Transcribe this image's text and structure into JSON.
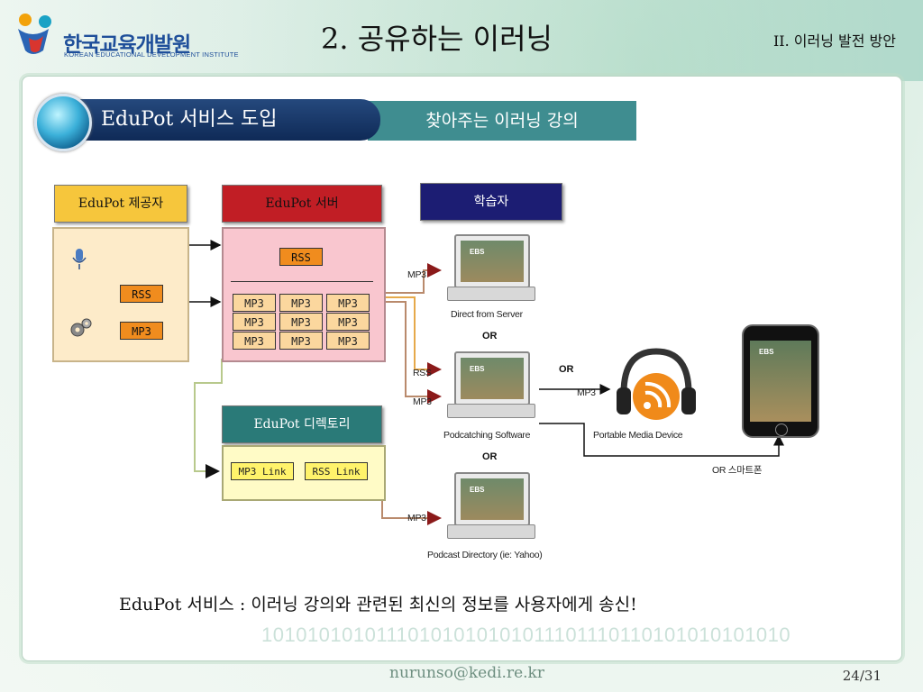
{
  "logo": {
    "name": "한국교육개발원",
    "subtitle": "KOREAN EDUCATIONAL DEVELOPMENT INSTITUTE"
  },
  "slide": {
    "title": "2. 공유하는 이러닝",
    "section": "II. 이러닝 발전 방안"
  },
  "tabs": {
    "active": "EduPot 서비스 도입",
    "secondary": "찾아주는 이러닝 강의"
  },
  "diagram": {
    "provider": {
      "header": "EduPot 제공자",
      "rss": "RSS",
      "mp3": "MP3"
    },
    "server": {
      "header": "EduPot 서버",
      "rss": "RSS",
      "mp3_grid": [
        "MP3",
        "MP3",
        "MP3",
        "MP3",
        "MP3",
        "MP3",
        "MP3",
        "MP3",
        "MP3"
      ]
    },
    "directory": {
      "header": "EduPot 디렉토리",
      "links": [
        "MP3 Link",
        "RSS Link"
      ]
    },
    "learner": {
      "header": "학습자"
    },
    "arrows": {
      "mp3_top": "MP3",
      "rss_mid": "RSS",
      "mp3_mid": "MP3",
      "mp3_bottom": "MP3",
      "mp3_right": "MP3"
    },
    "or_labels": [
      "OR",
      "OR",
      "OR"
    ],
    "laptops": [
      {
        "caption": "Direct from Server",
        "brand": "EBS"
      },
      {
        "caption": "Podcatching Software",
        "brand": "EBS"
      },
      {
        "caption": "Podcast Directory (ie: Yahoo)",
        "brand": "EBS"
      }
    ],
    "device": {
      "caption": "Portable Media Device"
    },
    "smartphone": {
      "caption": "OR 스마트폰",
      "brand": "EBS"
    }
  },
  "footer": {
    "note": "EduPot 서비스 : 이러닝 강의와 관련된 최신의 정보를 사용자에게 송신!",
    "binary": "10101010101110101010101011101110110101010101010",
    "email": "nurunso@kedi.re.kr",
    "page": "24/31"
  },
  "colors": {
    "accent": "#25497d",
    "teal": "#3f8d90",
    "provider": "#f6c63c",
    "server": "#c11e25",
    "learner": "#1c1d73"
  }
}
